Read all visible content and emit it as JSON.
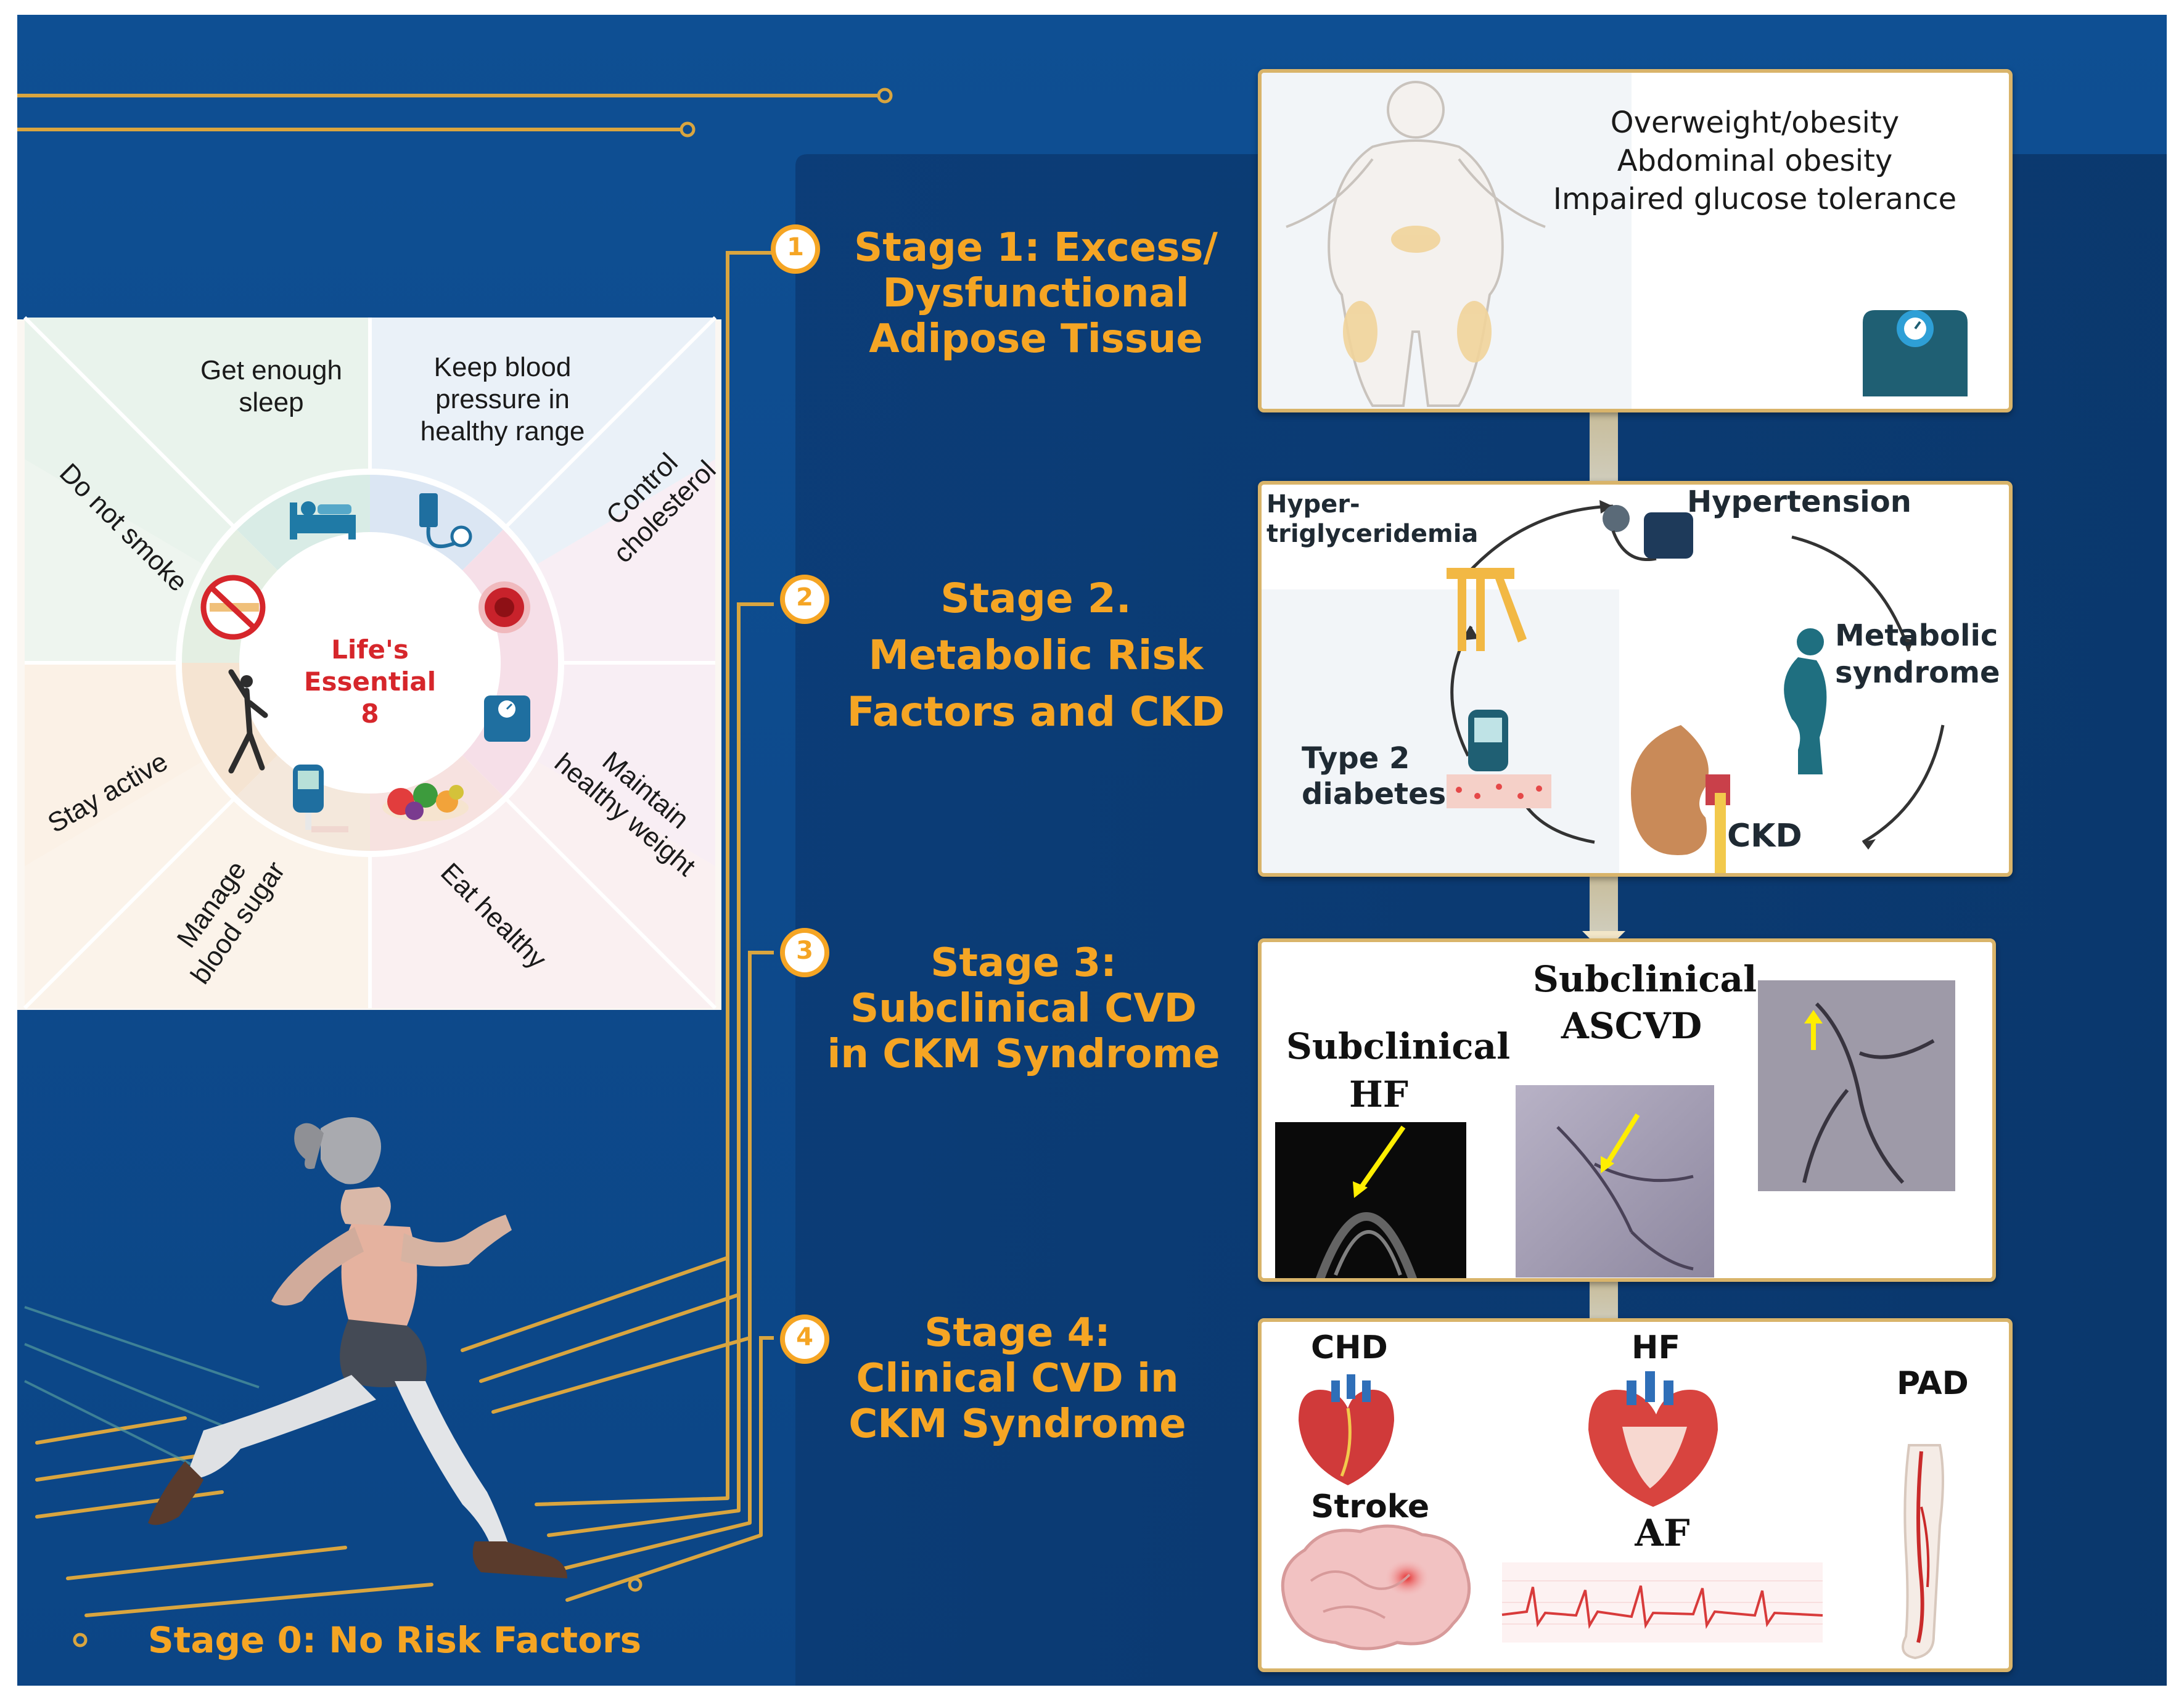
{
  "colors": {
    "background": "#0d4c8f",
    "dark_band": "#0b3d78",
    "accent_gold": "#f5a524",
    "line_gold": "#d9a53f",
    "le8_red": "#d6262b"
  },
  "stage0": {
    "title": "Stage 0: No Risk Factors"
  },
  "le8": {
    "center_title": "Life's Essential",
    "center_number": "8",
    "items": [
      {
        "label": "Get enough sleep",
        "icon": "bed-icon"
      },
      {
        "label": "Keep blood pressure in healthy range",
        "icon": "blood-pressure-cuff-icon"
      },
      {
        "label": "Control cholesterol",
        "icon": "artery-icon"
      },
      {
        "label": "Maintain healthy weight",
        "icon": "scale-icon"
      },
      {
        "label": "Eat healthy",
        "icon": "fruits-vegetables-icon"
      },
      {
        "label": "Manage blood sugar",
        "icon": "glucose-meter-icon"
      },
      {
        "label": "Stay active",
        "icon": "stretching-person-icon"
      },
      {
        "label": "Do not smoke",
        "icon": "no-smoking-icon"
      }
    ]
  },
  "stages": [
    {
      "number": "1",
      "title": "Stage 1: Excess/ Dysfunctional Adipose Tissue"
    },
    {
      "number": "2",
      "title": "Stage 2. Metabolic Risk Factors and CKD"
    },
    {
      "number": "3",
      "title": "Stage 3: Subclinical CVD in CKM Syndrome"
    },
    {
      "number": "4",
      "title": "Stage 4: Clinical CVD in CKM Syndrome"
    }
  ],
  "panel1": {
    "lines": [
      "Overweight/obesity",
      "Abdominal obesity",
      "Impaired glucose tolerance"
    ],
    "icons": [
      "body-silhouette-icon",
      "scale-icon"
    ]
  },
  "panel2": {
    "hypertriglyceridemia": "Hyper-triglyceridemia",
    "hypertension": "Hypertension",
    "metabolic_syndrome": "Metabolic syndrome",
    "ckd": "CKD",
    "type2_diabetes": "Type 2 diabetes"
  },
  "panel3": {
    "subclinical_hf": "Subclinical HF",
    "subclinical_ascvd": "Subclinical ASCVD"
  },
  "panel4": {
    "chd": "CHD",
    "hf": "HF",
    "pad": "PAD",
    "stroke": "Stroke",
    "af": "AF"
  }
}
